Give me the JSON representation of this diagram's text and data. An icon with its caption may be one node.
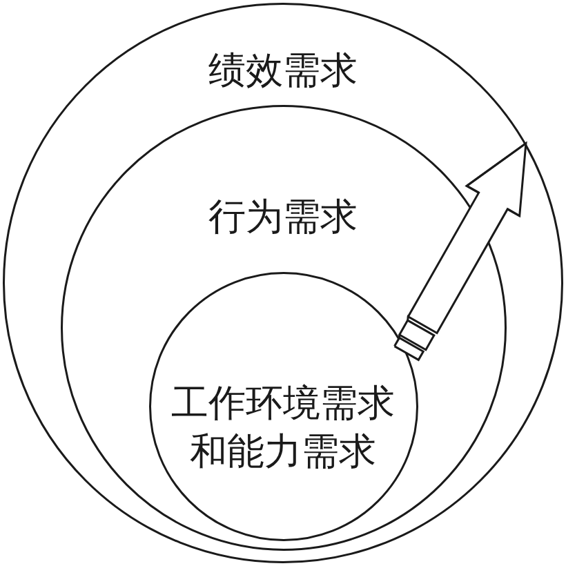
{
  "diagram": {
    "nodes": [
      {
        "text": [
          "绩效需求"
        ]
      },
      {
        "text": [
          "行为需求"
        ],
        "in": 0
      },
      {
        "text": [
          "工作环境需求和能力需求"
        ],
        "in": 1
      }
    ],
    "edges": [
      {
        "from": 2,
        "to": 0,
        "arrow": "to"
      }
    ]
  }
}
